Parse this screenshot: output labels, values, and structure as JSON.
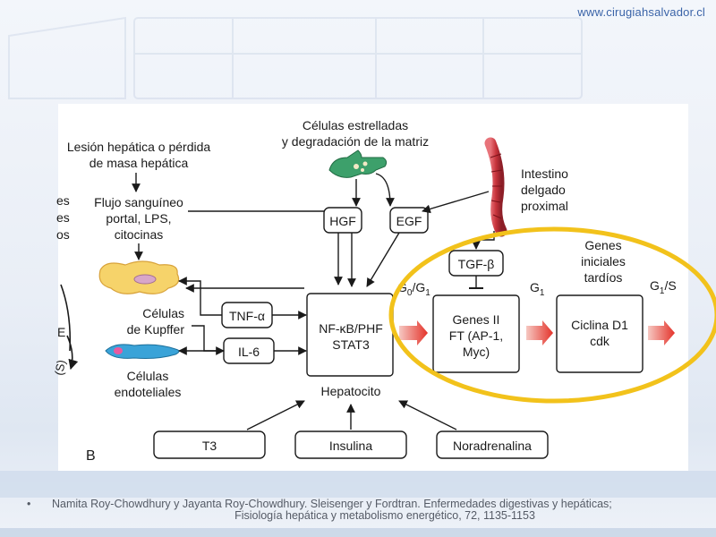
{
  "header": {
    "site_url": "www.cirugiahsalvador.cl"
  },
  "figure": {
    "panel_letter": "B",
    "lesion_line1": "Lesión hepática o pérdida",
    "lesion_line2": "de masa hepática",
    "stellate_line1": "Células estrelladas",
    "stellate_line2": "y degradación de la matriz",
    "intestine_line1": "Intestino",
    "intestine_line2": "delgado",
    "intestine_line3": "proximal",
    "flow_line1": "Flujo sanguíneo",
    "flow_line2": "portal, LPS,",
    "flow_line3": "citocinas",
    "kupffer_line1": "Células",
    "kupffer_line2": "de Kupffer",
    "endothelial_line1": "Células",
    "endothelial_line2": "endoteliales",
    "hgf": "HGF",
    "egf": "EGF",
    "tgfb": "TGF-β",
    "tnfa": "TNF-α",
    "il6": "IL-6",
    "hepatocyte_line1": "NF-κB/PHF",
    "hepatocyte_line2": "STAT3",
    "hepatocyte_label": "Hepatocito",
    "g0g1": "G0/G1",
    "g1": "G1",
    "g1s": "G1/S",
    "genes_ii_line1": "Genes II",
    "genes_ii_line2": "FT (AP-1,",
    "genes_ii_line3": "Myc)",
    "late_genes_line1": "Genes",
    "late_genes_line2": "iniciales",
    "late_genes_line3": "tardíos",
    "cyclin_line1": "Ciclina D1",
    "cyclin_line2": "cdk",
    "t3": "T3",
    "insulin": "Insulina",
    "noradrenaline": "Noradrenalina",
    "cut_left_1": "es",
    "cut_left_2": "es",
    "cut_left_3": "os",
    "cut_left_4": "E",
    "cut_left_5": "(S)"
  },
  "citation": {
    "bullet": "•",
    "line1": "Namita Roy-Chowdhury y Jayanta Roy-Chowdhury. Sleisenger y Fordtran. Enfermedades digestivas y hepáticas;",
    "line2": "Fisiología hepática y metabolismo energético, 72, 1135-1153"
  },
  "colors": {
    "highlight": "#f2c21b",
    "red_arrow": "#e4332a",
    "stellate_cell": "#3da06b",
    "kupffer_cell": "#f6d36a",
    "endothelial_cell": "#3aa3d8",
    "intestine": "#c8343c"
  }
}
